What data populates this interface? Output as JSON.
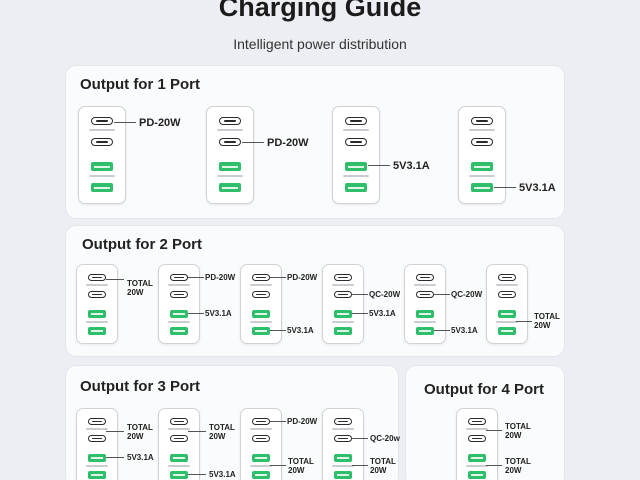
{
  "header": {
    "title": "Charging Guide",
    "subtitle": "Intelligent power distribution"
  },
  "sections": {
    "one_port": {
      "title": "Output for 1 Port",
      "labels": [
        "PD-20W",
        "PD-20W",
        "5V3.1A",
        "5V3.1A"
      ]
    },
    "two_port": {
      "title": "Output for 2 Port",
      "labels": {
        "c1": [
          "TOTAL",
          "20W"
        ],
        "c2": [
          "PD-20W",
          "5V3.1A"
        ],
        "c3": [
          "PD-20W",
          "5V3.1A"
        ],
        "c4": [
          "QC-20W",
          "5V3.1A"
        ],
        "c5": [
          "QC-20W",
          "5V3.1A"
        ],
        "c6": [
          "TOTAL",
          "20W"
        ]
      }
    },
    "three_port": {
      "title": "Output for 3 Port",
      "labels": {
        "c1": [
          "TOTAL",
          "20W",
          "5V3.1A"
        ],
        "c2": [
          "TOTAL",
          "20W",
          "5V3.1A"
        ],
        "c3": [
          "PD-20W",
          "TOTAL",
          "20W"
        ],
        "c4": [
          "QC-20w",
          "TOTAL",
          "20W"
        ]
      }
    },
    "four_port": {
      "title": "Output for 4 Port",
      "labels": [
        "TOTAL",
        "20W",
        "TOTAL",
        "20W"
      ]
    }
  },
  "colors": {
    "usb_a_port": "#2fbf6b",
    "usb_c_port": "#2a2a2a",
    "background": "#eceef3"
  }
}
